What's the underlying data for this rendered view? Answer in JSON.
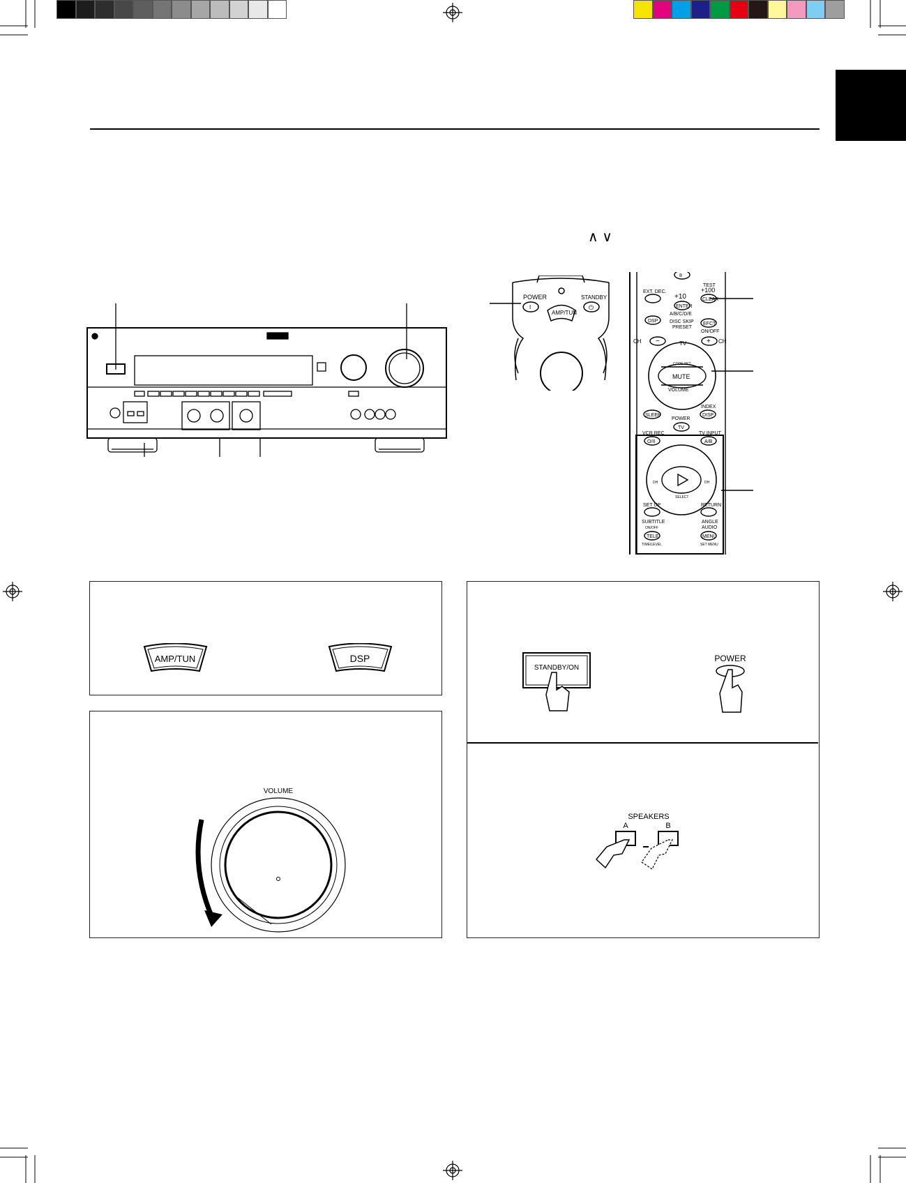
{
  "colors": {
    "gray_bar": [
      "#000000",
      "#1d1d1d",
      "#2e2e2e",
      "#484848",
      "#5e5e5e",
      "#757575",
      "#8c8c8c",
      "#a6a6a6",
      "#bcbcbc",
      "#d2d2d2",
      "#e8e8e8",
      "#ffffff"
    ],
    "color_bar": [
      "#f4e400",
      "#e4007e",
      "#00a0e6",
      "#1d2088",
      "#009944",
      "#e60012",
      "#231815",
      "#fff799",
      "#f49ac1",
      "#7ecef4",
      "#9e9e9e"
    ]
  },
  "remote": {
    "nav_symbols": "∧ ∨",
    "top": {
      "power": "POWER",
      "power_symbol": "I",
      "standby": "STANDBY",
      "standby_symbol": "⏻",
      "amp_tun": "AMP/TUN"
    },
    "keys": {
      "eight": "8",
      "test": "TEST",
      "plus100": "+100",
      "ext_dec": "EXT. DEC.",
      "plus10": "+10",
      "enter": "ENTER",
      "abcde": "A/B/C/D/E",
      "clear": "CLEAR",
      "dsp": "DSP",
      "disc_skip": "DISC SKIP",
      "preset": "PRESET",
      "efct": "EFCT",
      "on_off": "ON/OFF",
      "ch": "CH",
      "minus": "−",
      "plus": "+",
      "tv": "TV",
      "code_set": "CODE SET",
      "mute": "MUTE",
      "volume": "VOLUME",
      "sleep": "SLEEP",
      "index": "INDEX",
      "disp": "DISP",
      "power": "POWER",
      "power_tv": "TV",
      "vcr_rec": "VCR REC",
      "vcr_sym": "O/II",
      "tv_input": "TV INPUT",
      "ab": "A/B",
      "skip_left": "DH",
      "skip_right": "DH",
      "select": "SELECT",
      "set_up": "SET UP",
      "return": "RETURN",
      "subtitle": "SUBTITLE",
      "subtitle_onoff": "ON/OFF",
      "angle": "ANGLE",
      "audio": "AUDIO",
      "tele": "TELE",
      "menu": "MENU",
      "time_level": "TIME/LEVEL",
      "set_menu": "SET MENU"
    }
  },
  "panels": {
    "input_select": {
      "left_button": "AMP/TUN",
      "right_button": "DSP"
    },
    "power": {
      "standby_on": "STANDBY/ON",
      "power": "POWER"
    },
    "volume": {
      "label": "VOLUME"
    },
    "speakers": {
      "label": "SPEAKERS",
      "a": "A",
      "b": "B"
    }
  }
}
